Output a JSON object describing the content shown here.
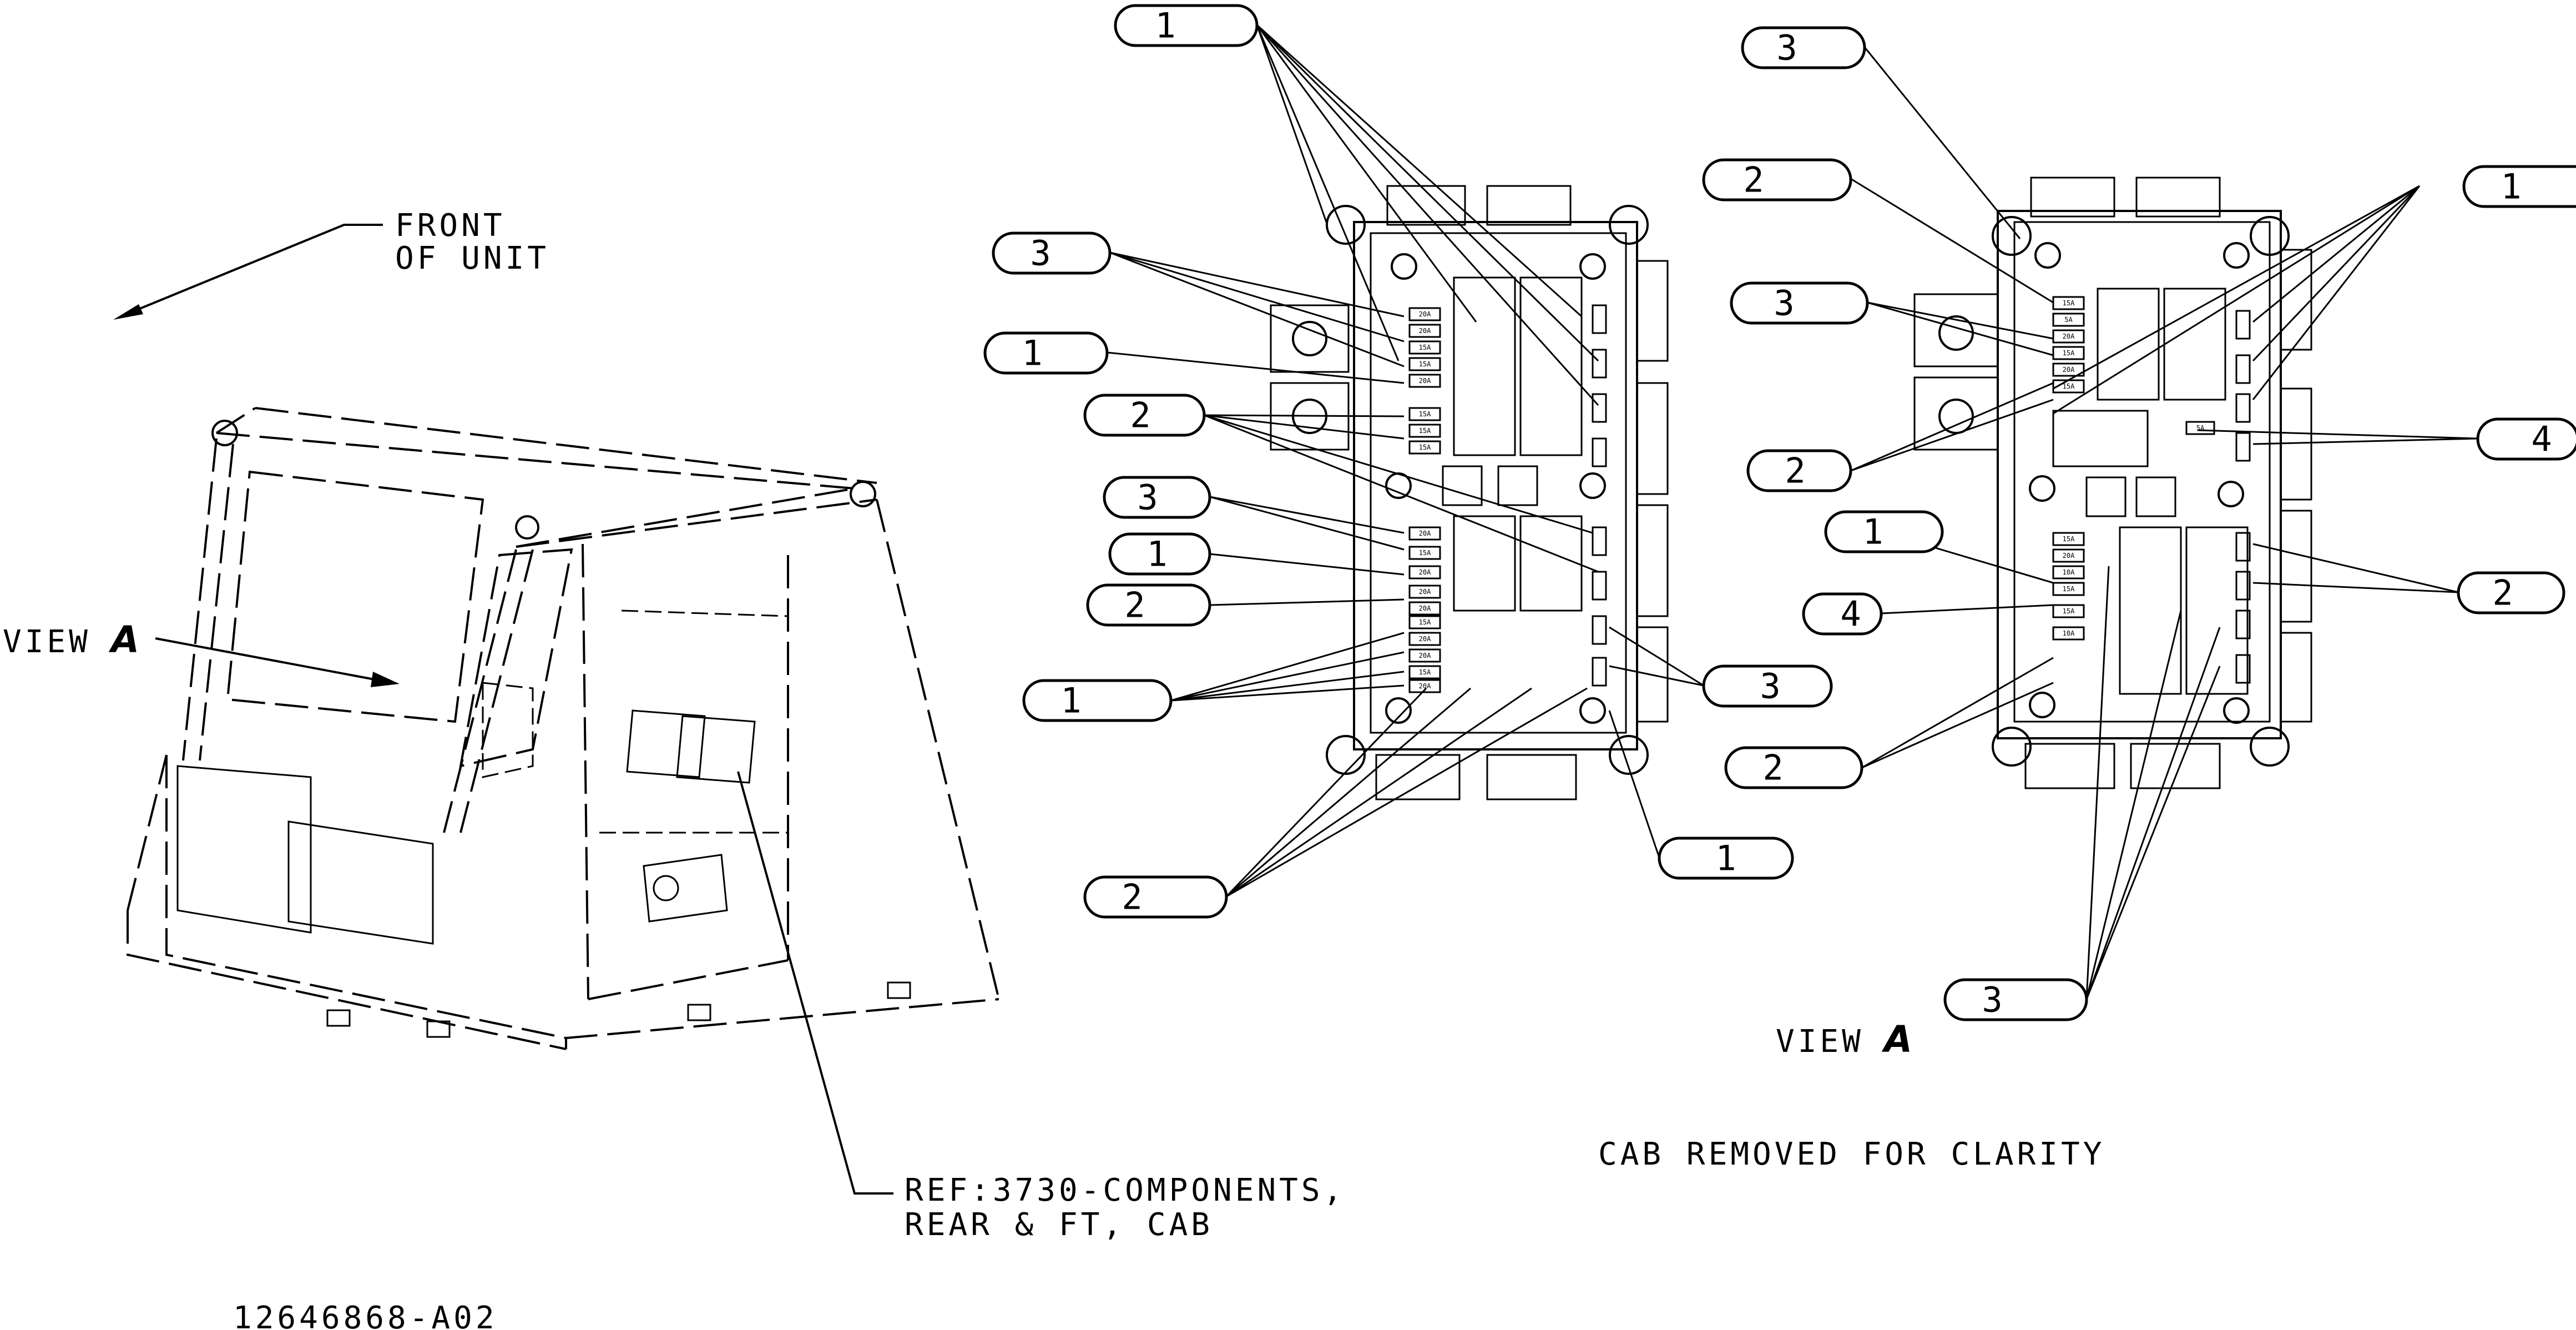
{
  "labels": {
    "front_line1": "FRONT",
    "front_line2": "OF UNIT",
    "view_a_left_word": "VIEW",
    "view_a_letter": "A",
    "ref_line1": "REF:3730-COMPONENTS,",
    "ref_line2": "REAR & FT, CAB",
    "doc_number": "12646868-A02",
    "view_a_right_word": "VIEW",
    "cab_removed": "CAB REMOVED FOR CLARITY"
  },
  "callouts": {
    "left_panel": [
      "1",
      "3",
      "1",
      "2",
      "3",
      "1",
      "2",
      "1",
      "2",
      "1",
      "3"
    ],
    "right_panel": [
      "3",
      "2",
      "1",
      "3",
      "4",
      "2",
      "1",
      "4",
      "2",
      "2",
      "3"
    ]
  },
  "fuse_ratings": {
    "left_panel": [
      "20A",
      "20A",
      "15A",
      "15A",
      "20A",
      "15A",
      "15A",
      "15A",
      "20A",
      "15A",
      "20A",
      "20A",
      "20A",
      "15A",
      "20A",
      "20A",
      "15A",
      "20A",
      "15A",
      "20A"
    ],
    "right_panel": [
      "15A",
      "5A",
      "20A",
      "15A",
      "20A",
      "15A",
      "5A",
      "15A",
      "20A",
      "10A",
      "15A",
      "15A",
      "10A"
    ]
  }
}
